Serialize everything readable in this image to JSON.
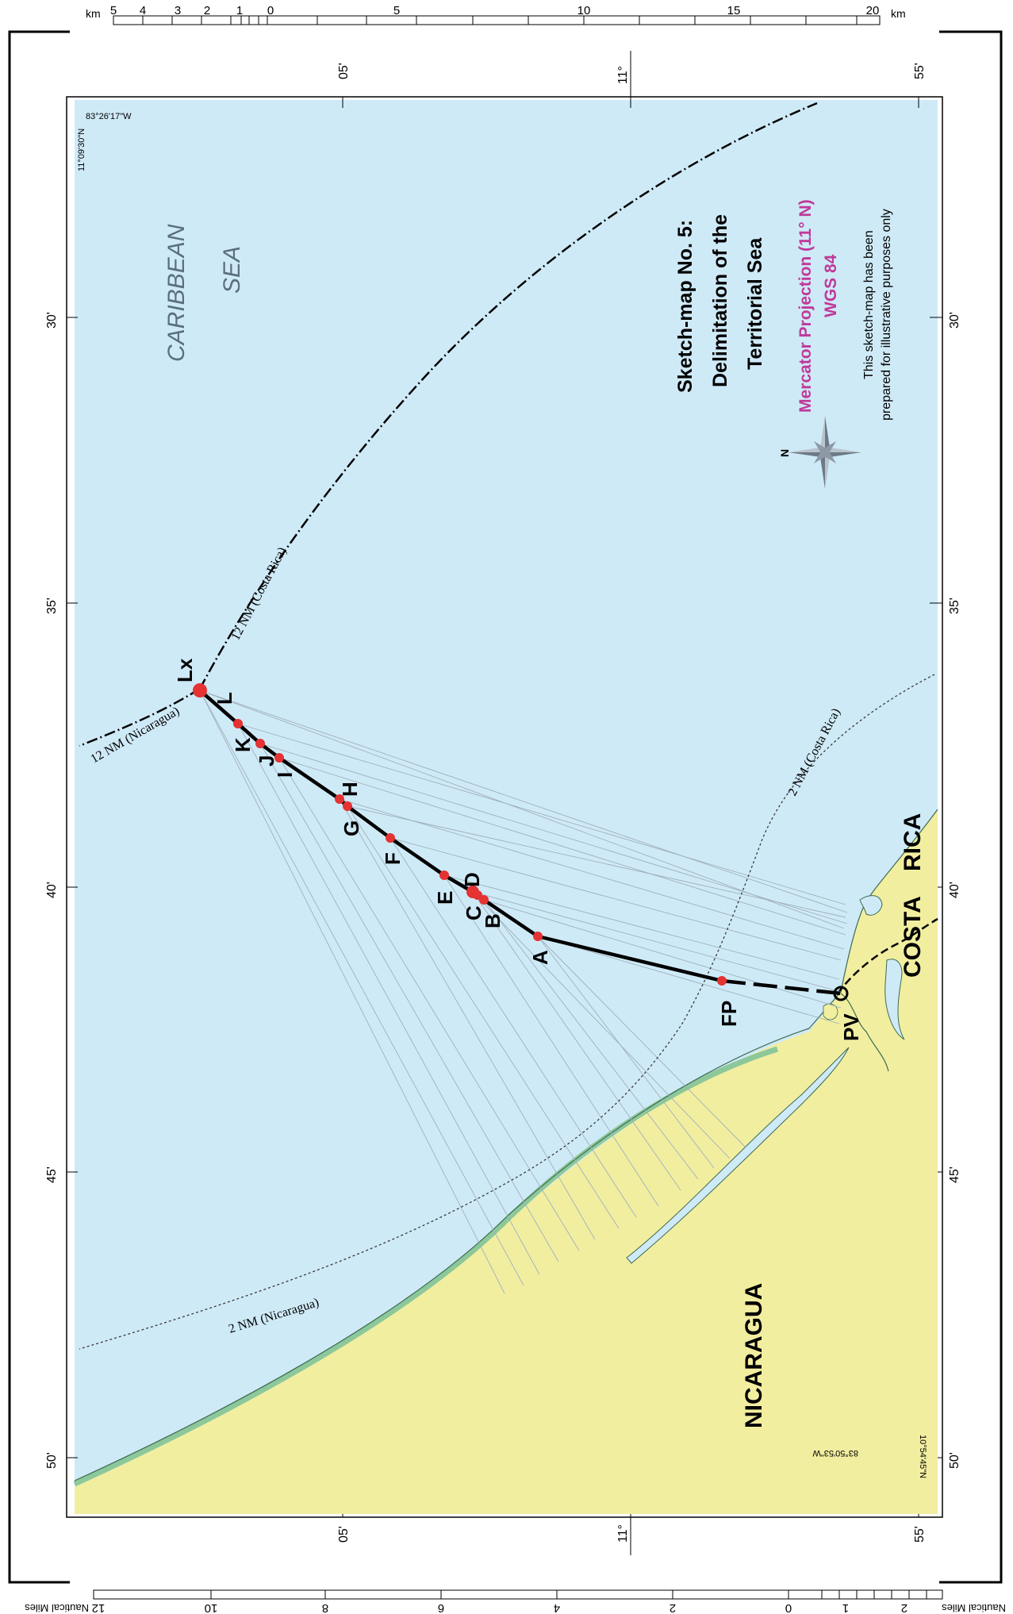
{
  "scale_km": {
    "unit": "km",
    "ticks": [
      "5",
      "4",
      "3",
      "2",
      "1",
      "0",
      "5",
      "10",
      "15",
      "20"
    ]
  },
  "scale_nm": {
    "unit": "Nautical Miles",
    "ticks": [
      "12",
      "10",
      "8",
      "6",
      "4",
      "2",
      "0",
      "1",
      "2"
    ]
  },
  "graticule": {
    "lat_top": [
      "05'",
      "11°",
      "55'"
    ],
    "lat_bottom": [
      "05'",
      "11°",
      "55'"
    ],
    "lon_left": [
      "30'",
      "35'",
      "40'",
      "45'",
      "50'"
    ],
    "lon_right": [
      "30'",
      "35'",
      "40'",
      "45'",
      "50'"
    ]
  },
  "corners": {
    "top_lon": "83°26'17\"W",
    "top_lat": "11°09'30\"N",
    "bottom_lon": "83°50'53\"W",
    "bottom_lat": "10°54'45\"N"
  },
  "title_block": {
    "title_line1": "Sketch-map No. 5:",
    "title_line2": "Delimitation of the",
    "title_line3": "Territorial Sea",
    "projection": "Mercator Projection (11° N)",
    "datum": "WGS 84",
    "note_line1": "This sketch-map has been",
    "note_line2": "prepared for illustrative purposes only",
    "north_label": "N",
    "accent_color": "#c0399a"
  },
  "sea": {
    "label_line1": "CARIBBEAN",
    "label_line2": "SEA"
  },
  "countries": {
    "nicaragua": "NICARAGUA",
    "costa_rica_1": "COSTA",
    "costa_rica_2": "RICA"
  },
  "limits": {
    "nm12_costa_rica": "12 NM (Costa Rica)",
    "nm12_nicaragua": "12 NM (Nicaragua)",
    "nm2_costa_rica": "2 NM (Costa Rica)",
    "nm2_nicaragua": "2 NM (Nicaragua)"
  },
  "points": [
    {
      "label": "Lx"
    },
    {
      "label": "L"
    },
    {
      "label": "K"
    },
    {
      "label": "J"
    },
    {
      "label": "I"
    },
    {
      "label": "H"
    },
    {
      "label": "G"
    },
    {
      "label": "F"
    },
    {
      "label": "E"
    },
    {
      "label": "D"
    },
    {
      "label": "C"
    },
    {
      "label": "B"
    },
    {
      "label": "A"
    },
    {
      "label": "FP"
    },
    {
      "label": "PV"
    }
  ],
  "colors": {
    "sea": "#cfeaf7",
    "land": "#f2eea0",
    "shore": "#8cc89a",
    "boundary": "#000000",
    "point": "#e53232"
  }
}
